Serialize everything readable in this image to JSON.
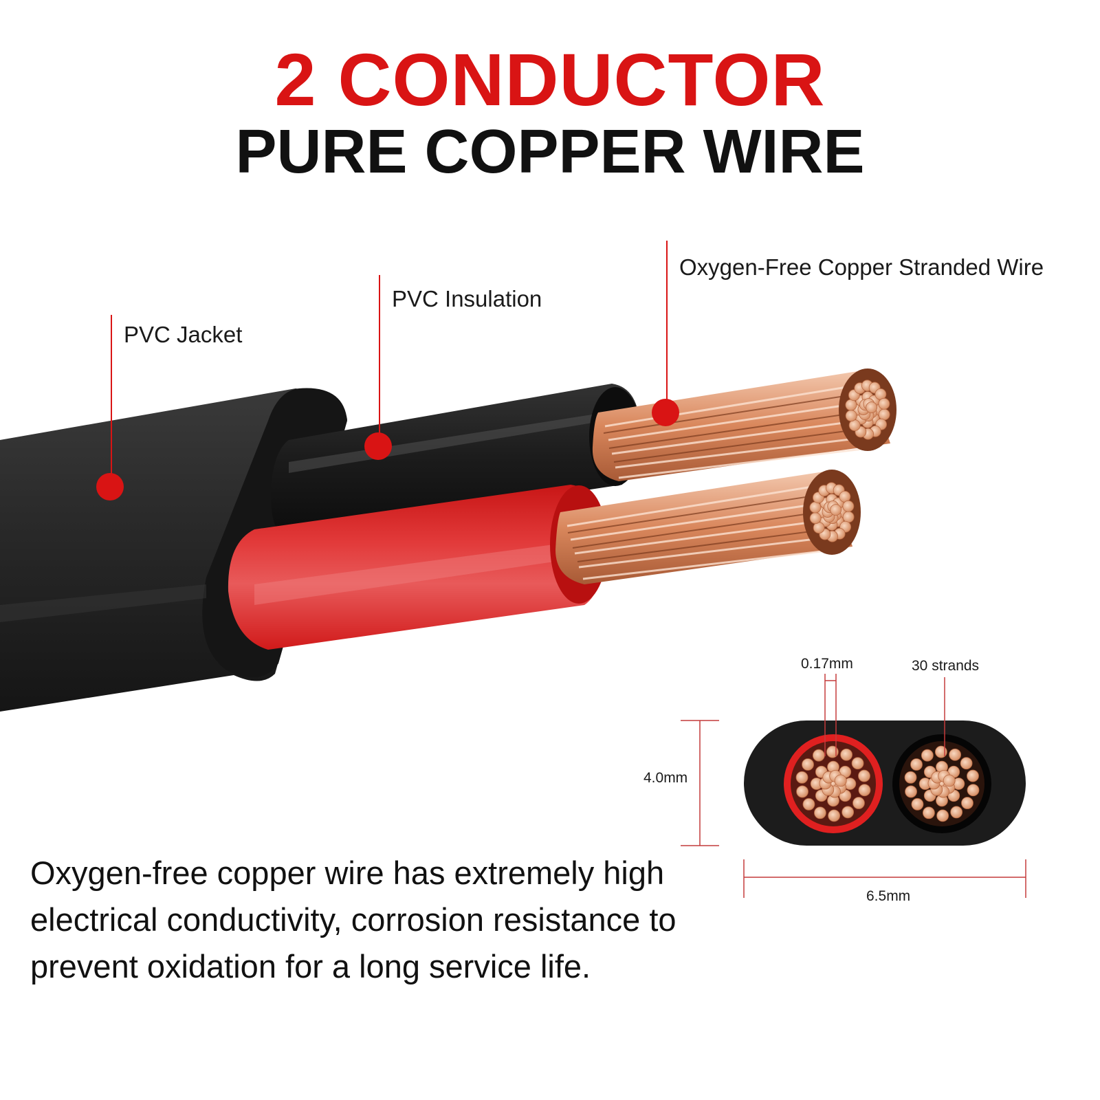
{
  "title": {
    "line1": "2 CONDUCTOR",
    "line2": "PURE COPPER WIRE"
  },
  "callouts": {
    "jacket": "PVC Jacket",
    "insulation": "PVC Insulation",
    "conductor": "Oxygen-Free Copper Stranded Wire"
  },
  "cross_section": {
    "strand_diameter": "0.17mm",
    "strand_count": "30 strands",
    "height": "4.0mm",
    "width": "6.5mm"
  },
  "description": "Oxygen-free copper wire has extremely high electrical conductivity, corrosion resistance to prevent oxidation for a long service life.",
  "colors": {
    "accent_red": "#d91414",
    "jacket_black": "#1c1c1c",
    "insulation_red": "#e02020",
    "copper": "#e8a883"
  }
}
